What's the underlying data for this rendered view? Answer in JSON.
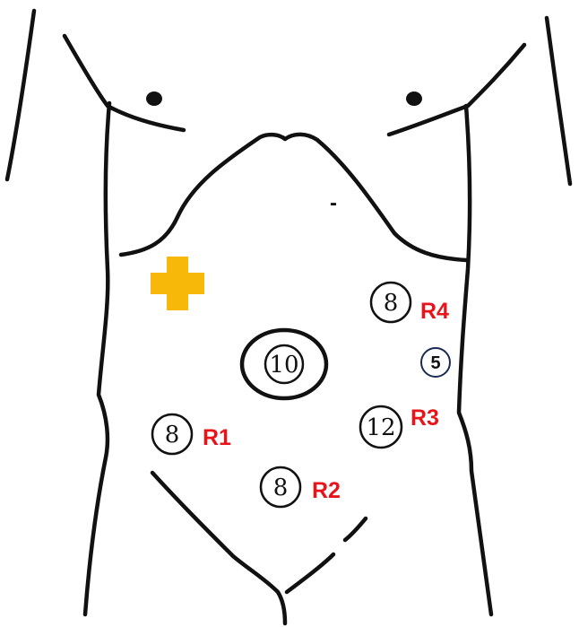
{
  "ports": {
    "camera": {
      "number": "10"
    },
    "r1": {
      "number": "8",
      "label": "R1"
    },
    "r2": {
      "number": "8",
      "label": "R2"
    },
    "r3": {
      "number": "12",
      "label": "R3"
    },
    "r4": {
      "number": "8",
      "label": "R4"
    },
    "assistant": {
      "number": "5"
    }
  },
  "markers": {
    "minus": "-"
  },
  "icons": {
    "plus": "plus-icon"
  },
  "colors": {
    "label": "#e8141c",
    "plus": "#f8b80a",
    "assistant_ring": "#1a2b55",
    "line": "#111111"
  }
}
